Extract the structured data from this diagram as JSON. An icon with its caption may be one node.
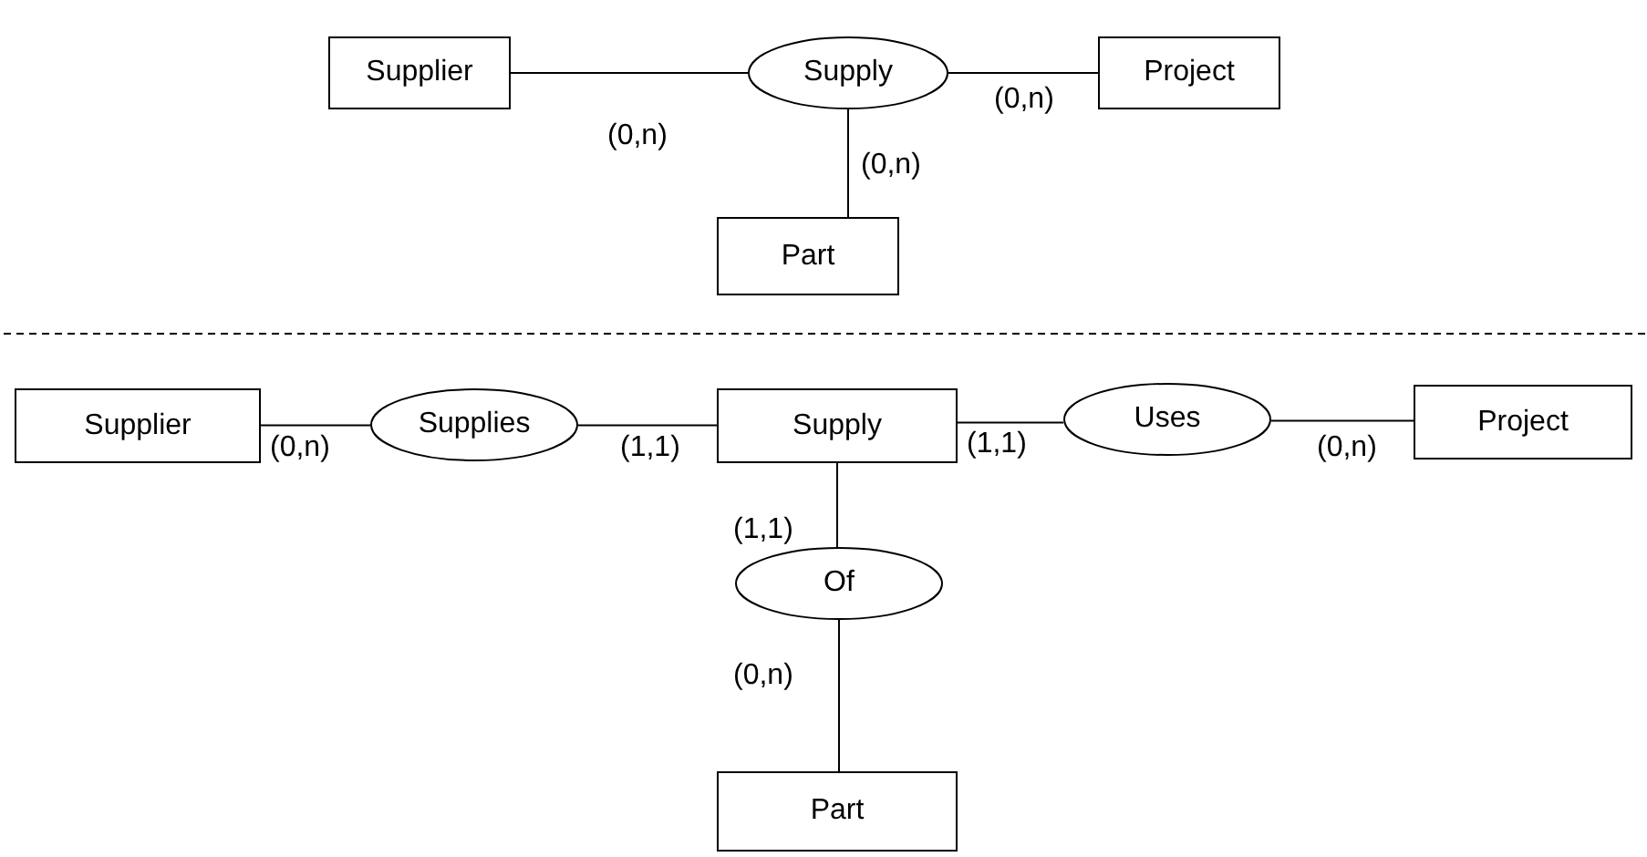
{
  "diagram": {
    "nodes": [
      {
        "text": [
          "Supplier"
        ]
      },
      {
        "text": [
          "Supply"
        ]
      },
      {
        "text": [
          "Project"
        ]
      },
      {
        "text": [
          "Part"
        ]
      },
      {
        "text": [
          "Supplier"
        ]
      },
      {
        "text": [
          "Supplies"
        ]
      },
      {
        "text": [
          "Supply"
        ]
      },
      {
        "text": [
          "Uses"
        ]
      },
      {
        "text": [
          "Project"
        ]
      },
      {
        "text": [
          "Of"
        ]
      },
      {
        "text": [
          "Part"
        ]
      }
    ],
    "edges": [
      {
        "from": 0,
        "to": 1,
        "arrow": "none",
        "label": "(0,n)"
      },
      {
        "from": 1,
        "to": 2,
        "arrow": "none",
        "label": "(0,n)"
      },
      {
        "from": 1,
        "to": 3,
        "arrow": "none",
        "label": "(0,n)"
      },
      {
        "from": 4,
        "to": 5,
        "arrow": "none",
        "label": "(0,n)"
      },
      {
        "from": 5,
        "to": 6,
        "arrow": "none",
        "label": "(1,1)"
      },
      {
        "from": 6,
        "to": 7,
        "arrow": "none",
        "label": "(1,1)"
      },
      {
        "from": 7,
        "to": 8,
        "arrow": "none",
        "label": "(0,n)"
      },
      {
        "from": 6,
        "to": 9,
        "arrow": "none",
        "label": "(1,1)"
      },
      {
        "from": 9,
        "to": 10,
        "arrow": "none",
        "label": "(0,n)"
      }
    ]
  }
}
